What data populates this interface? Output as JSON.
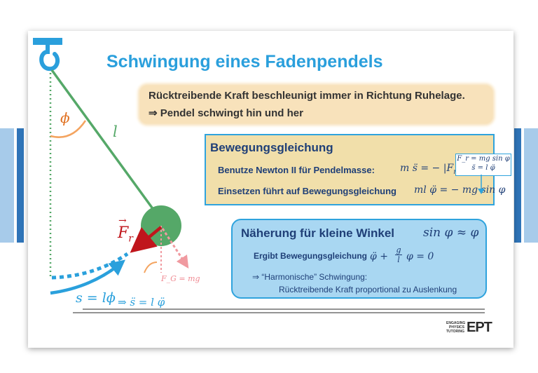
{
  "colors": {
    "accent_blue": "#2a9fdc",
    "side_bar_light": "#a7cbea",
    "side_bar_dark": "#2f74b8",
    "note_bg": "#f8e2bb",
    "box1_bg": "#f1dfaa",
    "box2_bg": "#a9d7f2",
    "pendulum_mass": "#55a868",
    "force_arrow": "#c0161c",
    "gravity_arrow": "#f09aa0"
  },
  "slide": {
    "title": "Schwingung eines Fadenpendels",
    "note": {
      "line1": "Rücktreibende Kraft beschleunigt immer in Richtung Ruhelage.",
      "line2": "⇒ Pendel schwingt hin und her"
    },
    "motion_box": {
      "heading": "Bewegungsgleichung",
      "newton_text": "Benutze Newton II für Pendelmasse:",
      "newton_eq": "m s̈ = − |F",
      "newton_sub": "r",
      "newton_close": "|",
      "insert_text": "Einsetzen führt auf Bewegungsgleichung",
      "insert_eq": "ml φ̈ = − mg sin φ",
      "hint_line1": "F_r = mg sin φ",
      "hint_line2": "s̈ = l φ̈"
    },
    "approx_box": {
      "heading": "Näherung für kleine Winkel",
      "approx_eq": "sin φ ≈ φ",
      "result_text": "Ergibt Bewegungsgleichung",
      "result_eq_a": "φ̈ +",
      "result_num": "g",
      "result_den": "l",
      "result_eq_b": "φ = 0",
      "harmonic_line": "⇒ “Harmonische” Schwingung:",
      "proportional_line": "Rücktreibende Kraft proportional zu Auslenkung"
    },
    "diagram": {
      "angle_label": "ϕ",
      "length_label": "l",
      "force_label": "F",
      "force_sub": "r",
      "gravity_label": "F_G = mg",
      "arc_label": "s = lϕ",
      "accel_label": "⇒ s̈ = l φ̈"
    },
    "logo": {
      "line1": "ENGAGING",
      "line2": "PHYSICS",
      "line3": "TUTORING",
      "mark": "EPT"
    }
  }
}
